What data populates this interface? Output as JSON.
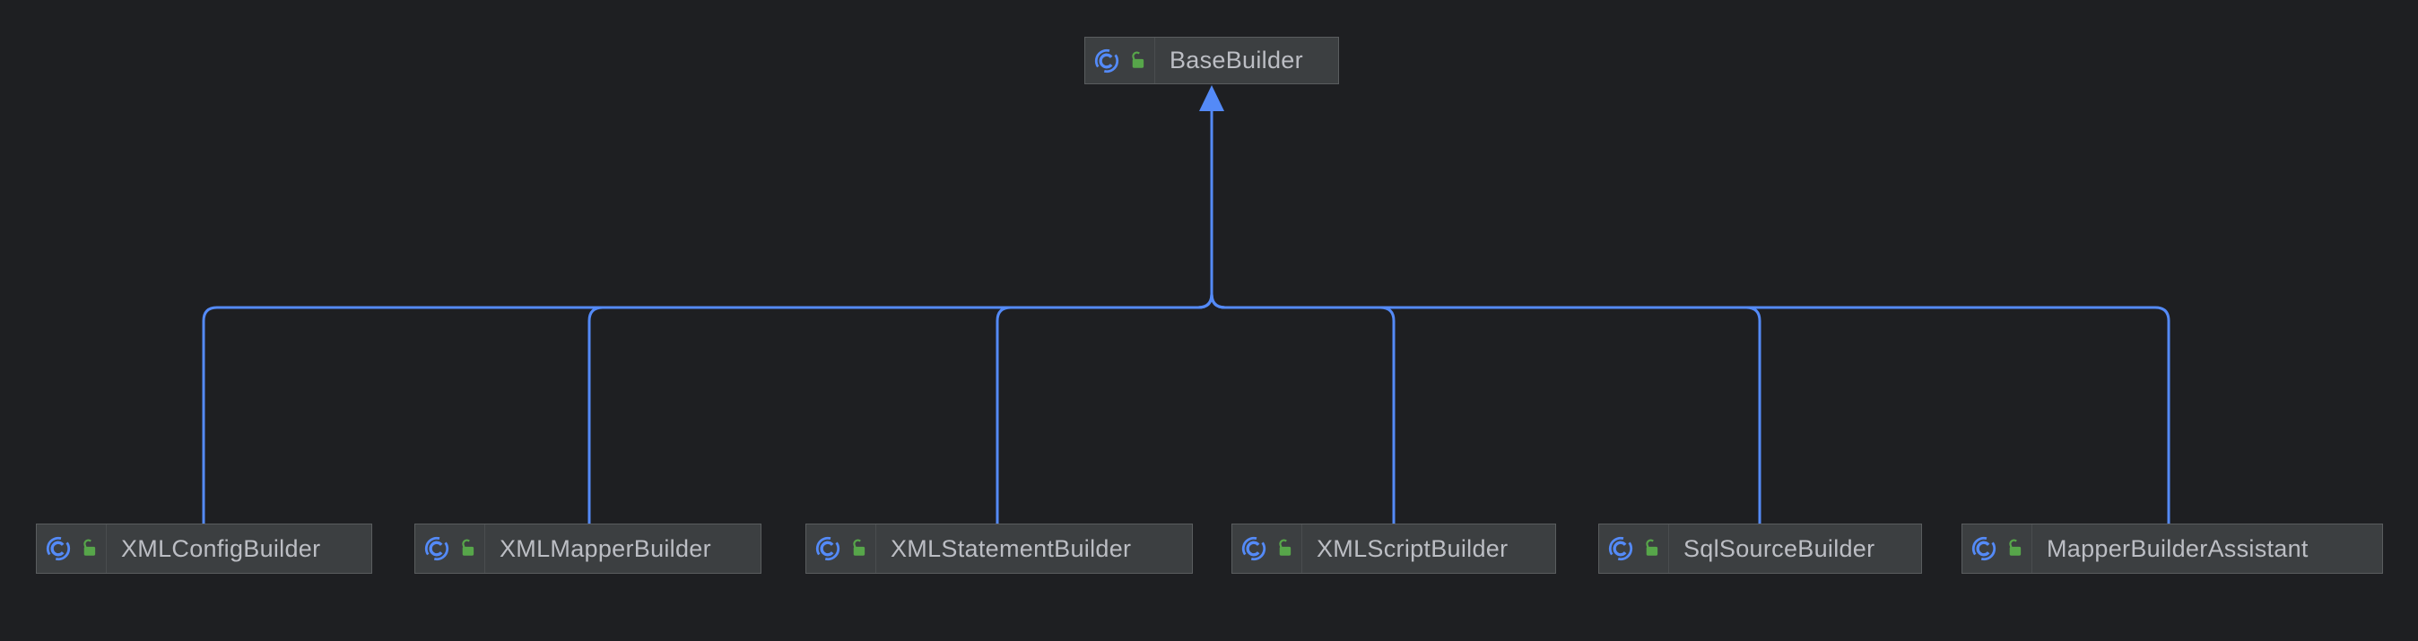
{
  "diagram": {
    "type": "uml-class-hierarchy",
    "background_color": "#1e1f22",
    "edge_color": "#548af7",
    "node_style": {
      "background": "#3c3f41",
      "border": "#5a5d5f",
      "text_color": "#bcbec4"
    },
    "icon_colors": {
      "class_icon": "#548af7",
      "unlocked_icon": "#57a64a"
    },
    "nodes": [
      {
        "id": "base-builder",
        "label": "BaseBuilder",
        "icons": [
          "class-icon",
          "unlocked-icon"
        ]
      },
      {
        "id": "xml-config-builder",
        "label": "XMLConfigBuilder",
        "icons": [
          "class-icon",
          "unlocked-icon"
        ]
      },
      {
        "id": "xml-mapper-builder",
        "label": "XMLMapperBuilder",
        "icons": [
          "class-icon",
          "unlocked-icon"
        ]
      },
      {
        "id": "xml-statement-builder",
        "label": "XMLStatementBuilder",
        "icons": [
          "class-icon",
          "unlocked-icon"
        ]
      },
      {
        "id": "xml-script-builder",
        "label": "XMLScriptBuilder",
        "icons": [
          "class-icon",
          "unlocked-icon"
        ]
      },
      {
        "id": "sql-source-builder",
        "label": "SqlSourceBuilder",
        "icons": [
          "class-icon",
          "unlocked-icon"
        ]
      },
      {
        "id": "mapper-builder-assistant",
        "label": "MapperBuilderAssistant",
        "icons": [
          "class-icon",
          "unlocked-icon"
        ]
      }
    ],
    "edges": [
      {
        "from": "XMLConfigBuilder",
        "to": "BaseBuilder",
        "type": "inheritance"
      },
      {
        "from": "XMLMapperBuilder",
        "to": "BaseBuilder",
        "type": "inheritance"
      },
      {
        "from": "XMLStatementBuilder",
        "to": "BaseBuilder",
        "type": "inheritance"
      },
      {
        "from": "XMLScriptBuilder",
        "to": "BaseBuilder",
        "type": "inheritance"
      },
      {
        "from": "SqlSourceBuilder",
        "to": "BaseBuilder",
        "type": "inheritance"
      },
      {
        "from": "MapperBuilderAssistant",
        "to": "BaseBuilder",
        "type": "inheritance"
      }
    ]
  }
}
